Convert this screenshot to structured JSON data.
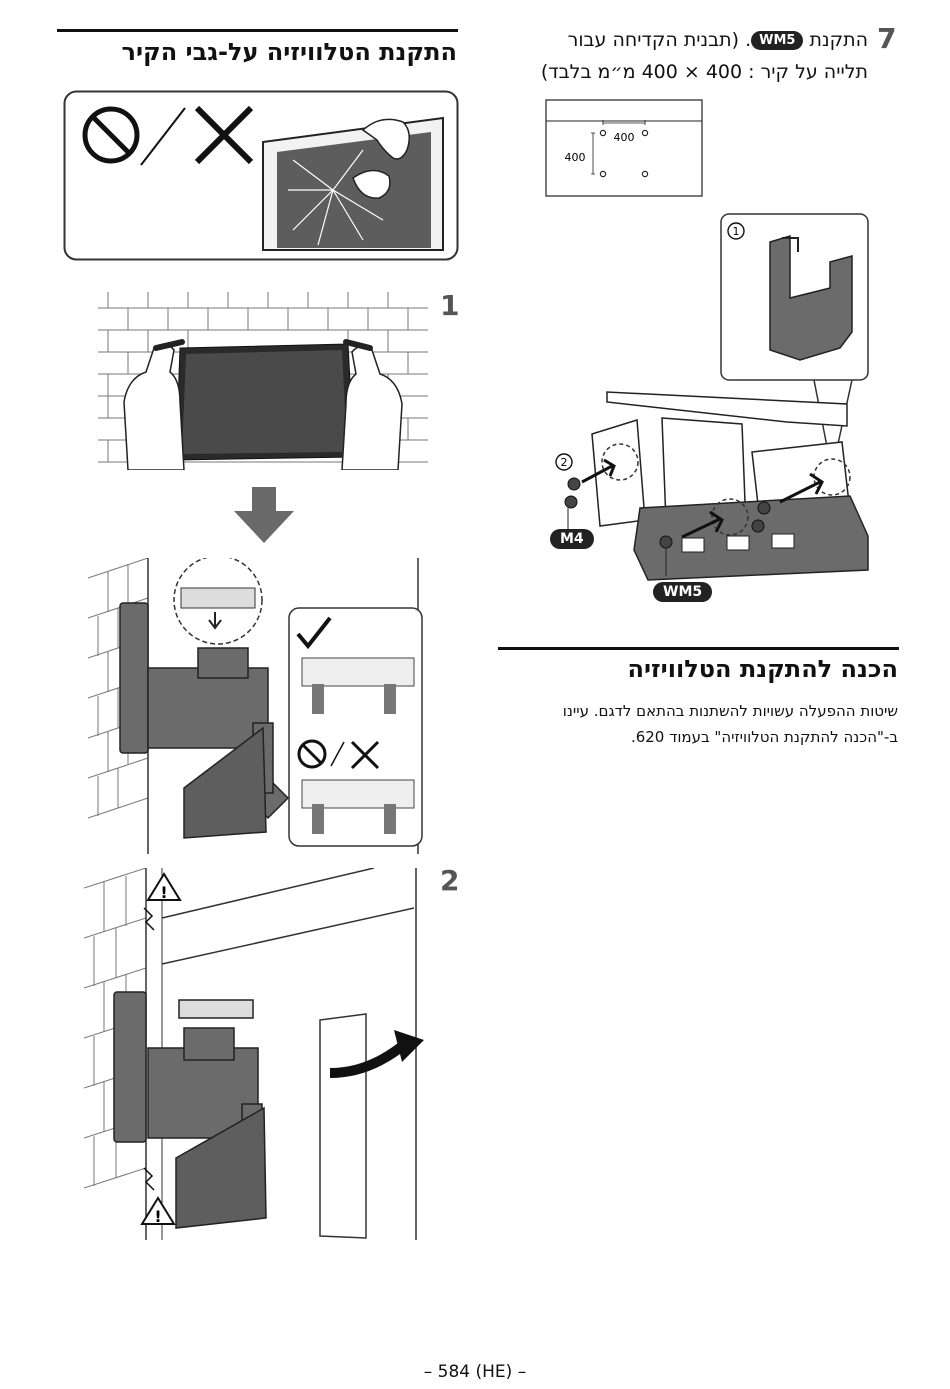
{
  "left_section": {
    "title": "התקנת הטלוויזיה על-גבי הקיר"
  },
  "right_section": {
    "title": "הכנה להתקנת הטלוויזיה",
    "body_line1": "שיטות ההפעלה עשויות להשתנות בהתאם לדגם. עיינו",
    "body_line2": "ב-\"הכנה להתקנת הטלוויזיה\" בעמוד 620."
  },
  "steps": {
    "step1": "1",
    "step2": "2",
    "step7": "7",
    "step7_line1_a": "התקנת",
    "step7_line1_b": ". (תבנית הקדיחה עבור",
    "step7_line2": "תלייה על קיר : 400 × 400 מ״מ בלבד)"
  },
  "parts": {
    "wm5": "WM5",
    "m4": "M4",
    "callout1": "1",
    "callout2": "2"
  },
  "hole_pattern": {
    "width_label": "400",
    "height_label": "400"
  },
  "footer": {
    "page": "– 584 (HE) –"
  }
}
